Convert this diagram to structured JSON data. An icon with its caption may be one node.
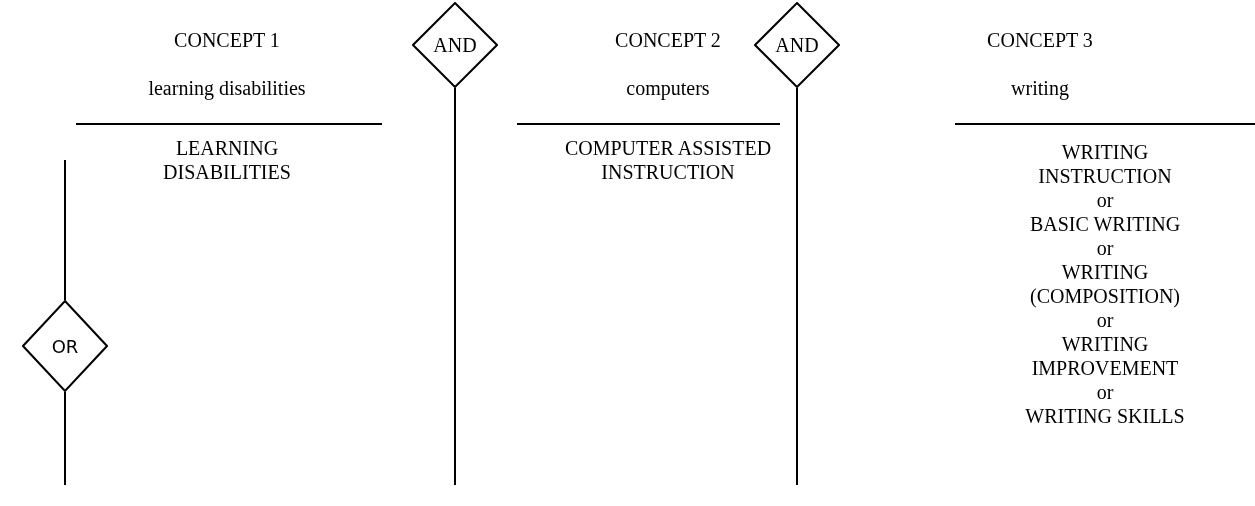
{
  "diagram": {
    "nodes": [
      {
        "text": [
          "AND"
        ]
      },
      {
        "text": [
          "AND"
        ]
      },
      {
        "text": [
          "OR"
        ]
      }
    ],
    "labels": [
      "CONCEPT 1",
      "learning disabilities",
      "LEARNING DISABILITIES",
      "CONCEPT 2",
      "computers",
      "COMPUTER ASSISTED INSTRUCTION",
      "CONCEPT 3",
      "writing",
      "WRITING INSTRUCTION",
      "or",
      "BASIC WRITING",
      "or",
      "WRITING (COMPOSITION)",
      "or",
      "WRITING IMPROVEMENT",
      "or",
      "WRITING SKILLS"
    ]
  }
}
